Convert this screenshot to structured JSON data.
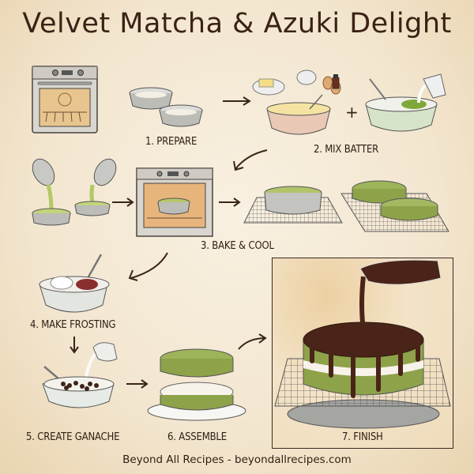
{
  "title": "Velvet Matcha & Azuki Delight",
  "steps": [
    {
      "label": "1. PREPARE",
      "items": [
        "oven",
        "cake-pans-lined"
      ]
    },
    {
      "label": "2. MIX BATTER",
      "items": [
        "butter",
        "sugar",
        "eggs",
        "vanilla",
        "whisk-bowl",
        "matcha-flour-bowl",
        "milk-jug"
      ]
    },
    {
      "label": "3. BAKE & COOL",
      "items": [
        "pour-batter-pans",
        "oven-baking",
        "pan-on-rack",
        "cakes-on-rack"
      ]
    },
    {
      "label": "4. MAKE FROSTING",
      "items": [
        "cream-and-azuki-bowl"
      ]
    },
    {
      "label": "5. CREATE GANACHE",
      "items": [
        "chocolate-bowl",
        "cream-pitcher"
      ]
    },
    {
      "label": "6. ASSEMBLE",
      "items": [
        "layered-cake-plate"
      ]
    },
    {
      "label": "7. FINISH",
      "items": [
        "ganache-drip-cake",
        "cooling-rack"
      ]
    }
  ],
  "symbols": {
    "plus": "+"
  },
  "footer": "Beyond All Recipes - beyondallrecipes.com",
  "colors": {
    "background": "#f5ead6",
    "ink": "#3b2215",
    "matcha": "#9fb45a",
    "chocolate": "#4a2418",
    "azuki": "#8a2e2e",
    "steel": "#a8a8a4"
  }
}
